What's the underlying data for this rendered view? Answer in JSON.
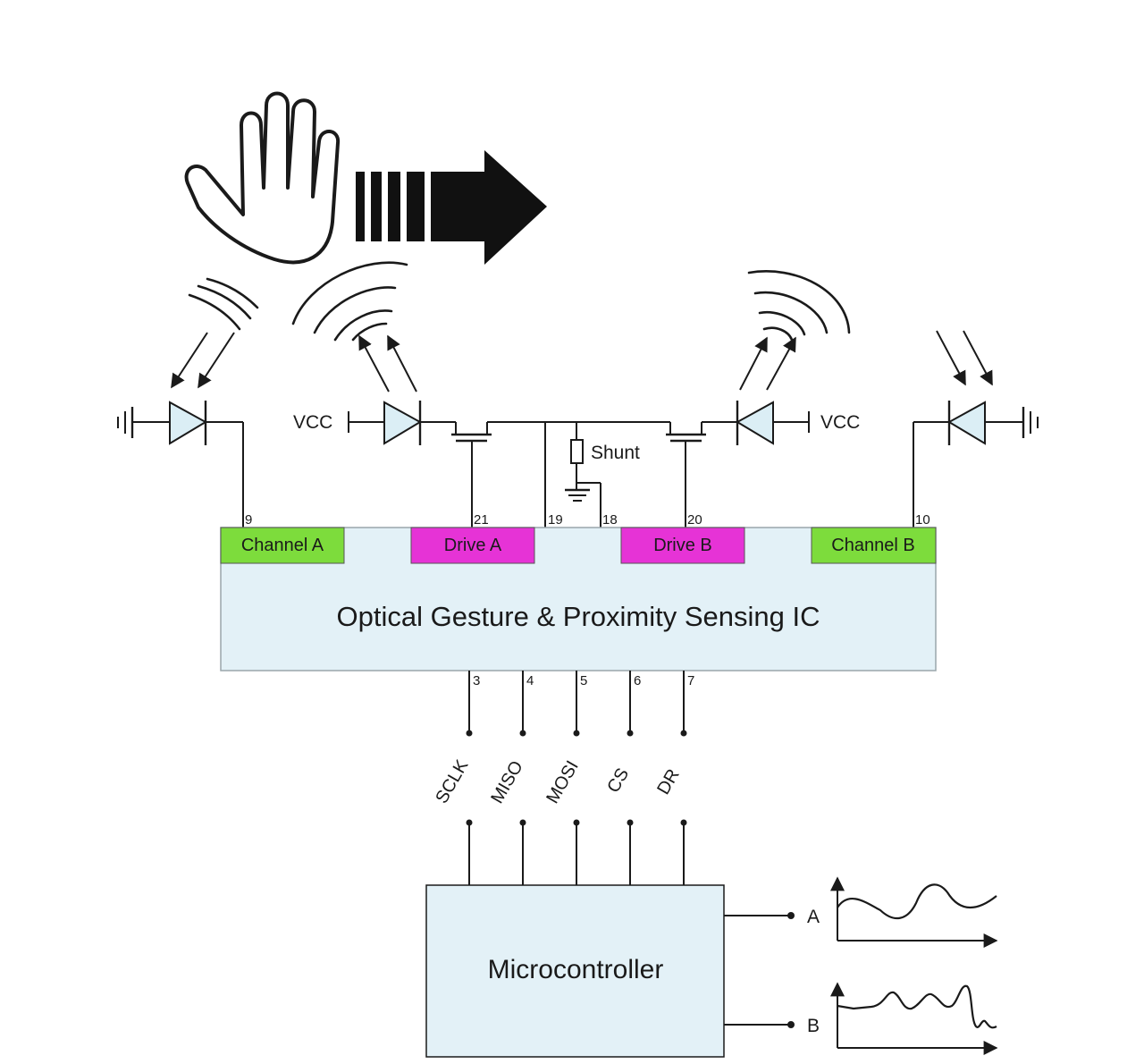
{
  "ic": {
    "title": "Optical Gesture & Proximity Sensing IC",
    "channel_a": "Channel A",
    "drive_a": "Drive A",
    "drive_b": "Drive B",
    "channel_b": "Channel B"
  },
  "pins": {
    "p9": "9",
    "p21": "21",
    "p19": "19",
    "p18": "18",
    "p20": "20",
    "p10": "10",
    "p3": "3",
    "p4": "4",
    "p5": "5",
    "p6": "6",
    "p7": "7"
  },
  "labels": {
    "vcc_left": "VCC",
    "vcc_right": "VCC",
    "shunt": "Shunt"
  },
  "signals": [
    "SCLK",
    "MISO",
    "MOSI",
    "CS",
    "DR"
  ],
  "microcontroller": {
    "title": "Microcontroller"
  },
  "outputs": {
    "a": "A",
    "b": "B"
  },
  "colors": {
    "ic_fill": "#e3f1f7",
    "channel_fill": "#7ddc3c",
    "drive_fill": "#e633d6",
    "mcu_fill": "#e3f1f7",
    "diode_fill": "#dbeef5"
  },
  "icons": [
    "hand-icon",
    "motion-arrow-icon",
    "photodiode-icon",
    "led-icon",
    "mosfet-icon",
    "ground-icon",
    "resistor-icon"
  ]
}
